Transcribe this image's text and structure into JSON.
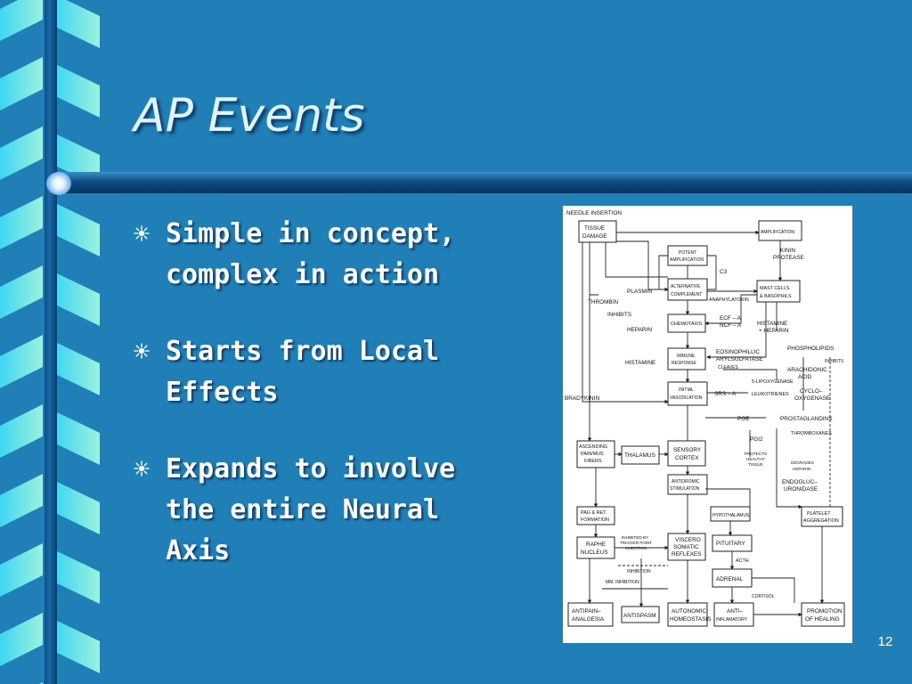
{
  "slide": {
    "title": "AP Events",
    "bullets": [
      {
        "line1": "Simple in concept,",
        "line2": "complex in action",
        "line3": ""
      },
      {
        "line1": "Starts from Local",
        "line2": "Effects",
        "line3": ""
      },
      {
        "line1": "Expands to involve",
        "line2": "the entire Neural",
        "line3": "Axis"
      }
    ],
    "slide_number": "12"
  },
  "figure": {
    "labels": {
      "needle_insertion": "NEEDLE INSERTION",
      "tissue_damage_1": "TISSUE",
      "tissue_damage_2": "DAMAGE",
      "amplification": "AMPLIFICATION",
      "potent_amplification_1": "POTENT",
      "potent_amplification_2": "AMPLIFICATION",
      "kinin_protease_1": "KININ",
      "kinin_protease_2": "PROTEASE",
      "c3": "C3",
      "plasmin": "PLASMIN",
      "alternative_complement_1": "ALTERNATIVE",
      "alternative_complement_2": "COMPLEMENT",
      "mast_cells_1": "MAST CELLS",
      "mast_cells_2": "& BASOPHILS",
      "thrombin": "THROMBIN",
      "anaphylatoxin": "ANAPHYLATOXIN",
      "inhibits": "INHIBITS",
      "heparin": "HEPARIN",
      "chemotaxis": "CHEMOTAXIS",
      "ecf_a": "ECF – A",
      "ncf_a": "NCF – A",
      "histamine_heparin_1": "HISTAMINE",
      "histamine_heparin_2": "+ HEPARIN",
      "phospholipids": "PHOSPHOLIPIDS",
      "histamine": "HISTAMINE",
      "immune_response_1": "IMMUNE",
      "immune_response_2": "RESPONSE",
      "eosinophillic_1": "EOSINOPHILLIC",
      "eosinophillic_2": "ARYLSULFATASE",
      "cleaves": "CLEAVES",
      "inhibits_2": "INHIBITS",
      "arachidonic_1": "ARACHIDONIC",
      "arachidonic_2": "ACID",
      "lipoxygenase": "5-LIPOXYGENASE",
      "bradykinin": "BRADYKININ",
      "initial_vasodilation_1": "INITIAL",
      "initial_vasodilation_2": "VASODILATION",
      "srs_a": "SRS – A",
      "leukotrienes": "LEUKOTRIENES",
      "cyclooxygenase_1": "CYCLO–",
      "cyclooxygenase_2": "OXYGENASE",
      "pge": "PGE",
      "prostaglandins": "PROSTAGLANDINS",
      "thromboxanes": "THROMBOXANES",
      "pgi2": "PGI2",
      "protects_1": "PROTECTS",
      "protects_2": "HEALTHY",
      "protects_3": "TISSUE",
      "degrades_1": "DEGRADES",
      "degrades_2": "HEPARIN",
      "endogluc_1": "ENDOGLUC–",
      "endogluc_2": "URONIDASE",
      "ascending_1": "ASCENDING",
      "ascending_2": "PAIN/MUS",
      "ascending_3": "FIBERS",
      "thalamus": "THALAMUS",
      "sensory_cortex_1": "SENSORY",
      "sensory_cortex_2": "CORTEX",
      "antidromic_1": "ANTIDROMIC",
      "antidromic_2": "STIMULATION",
      "pag_ret_1": "PAG & RET",
      "pag_ret_2": "FORMATION",
      "hypothalamus": "HYPOTHALAMUS",
      "platelet_1": "PLATELET",
      "platelet_2": "AGGREGATION",
      "raphe_1": "RAPHE",
      "raphe_2": "NUCLEUS",
      "inhibited_1": "INHIBITED BY",
      "inhibited_2": "TRIGGER POINT",
      "inhibited_3": "INJECTION",
      "viscero_1": "VISCERO",
      "viscero_2": "SOMATIC",
      "viscero_3": "REFLEXES",
      "pituitary": "PITUITARY",
      "acth": "ACTH",
      "inhibition": "INHIBITION",
      "mm_inhibition": "MM. INHIBITION",
      "adrenal": "ADRENAL",
      "cortisol": "CORTISOL",
      "antipain_1": "ANTIPAIN–",
      "antipain_2": "ANALGESIA",
      "antispasm": "ANTISPASM",
      "autonomic_1": "AUTONOMIC",
      "autonomic_2": "HOMEOSTASIS",
      "anti_inflam_1": "ANTI–",
      "anti_inflam_2": "INFLAMATORY",
      "promotion_1": "PROMOTION",
      "promotion_2": "OF HEALING"
    }
  }
}
